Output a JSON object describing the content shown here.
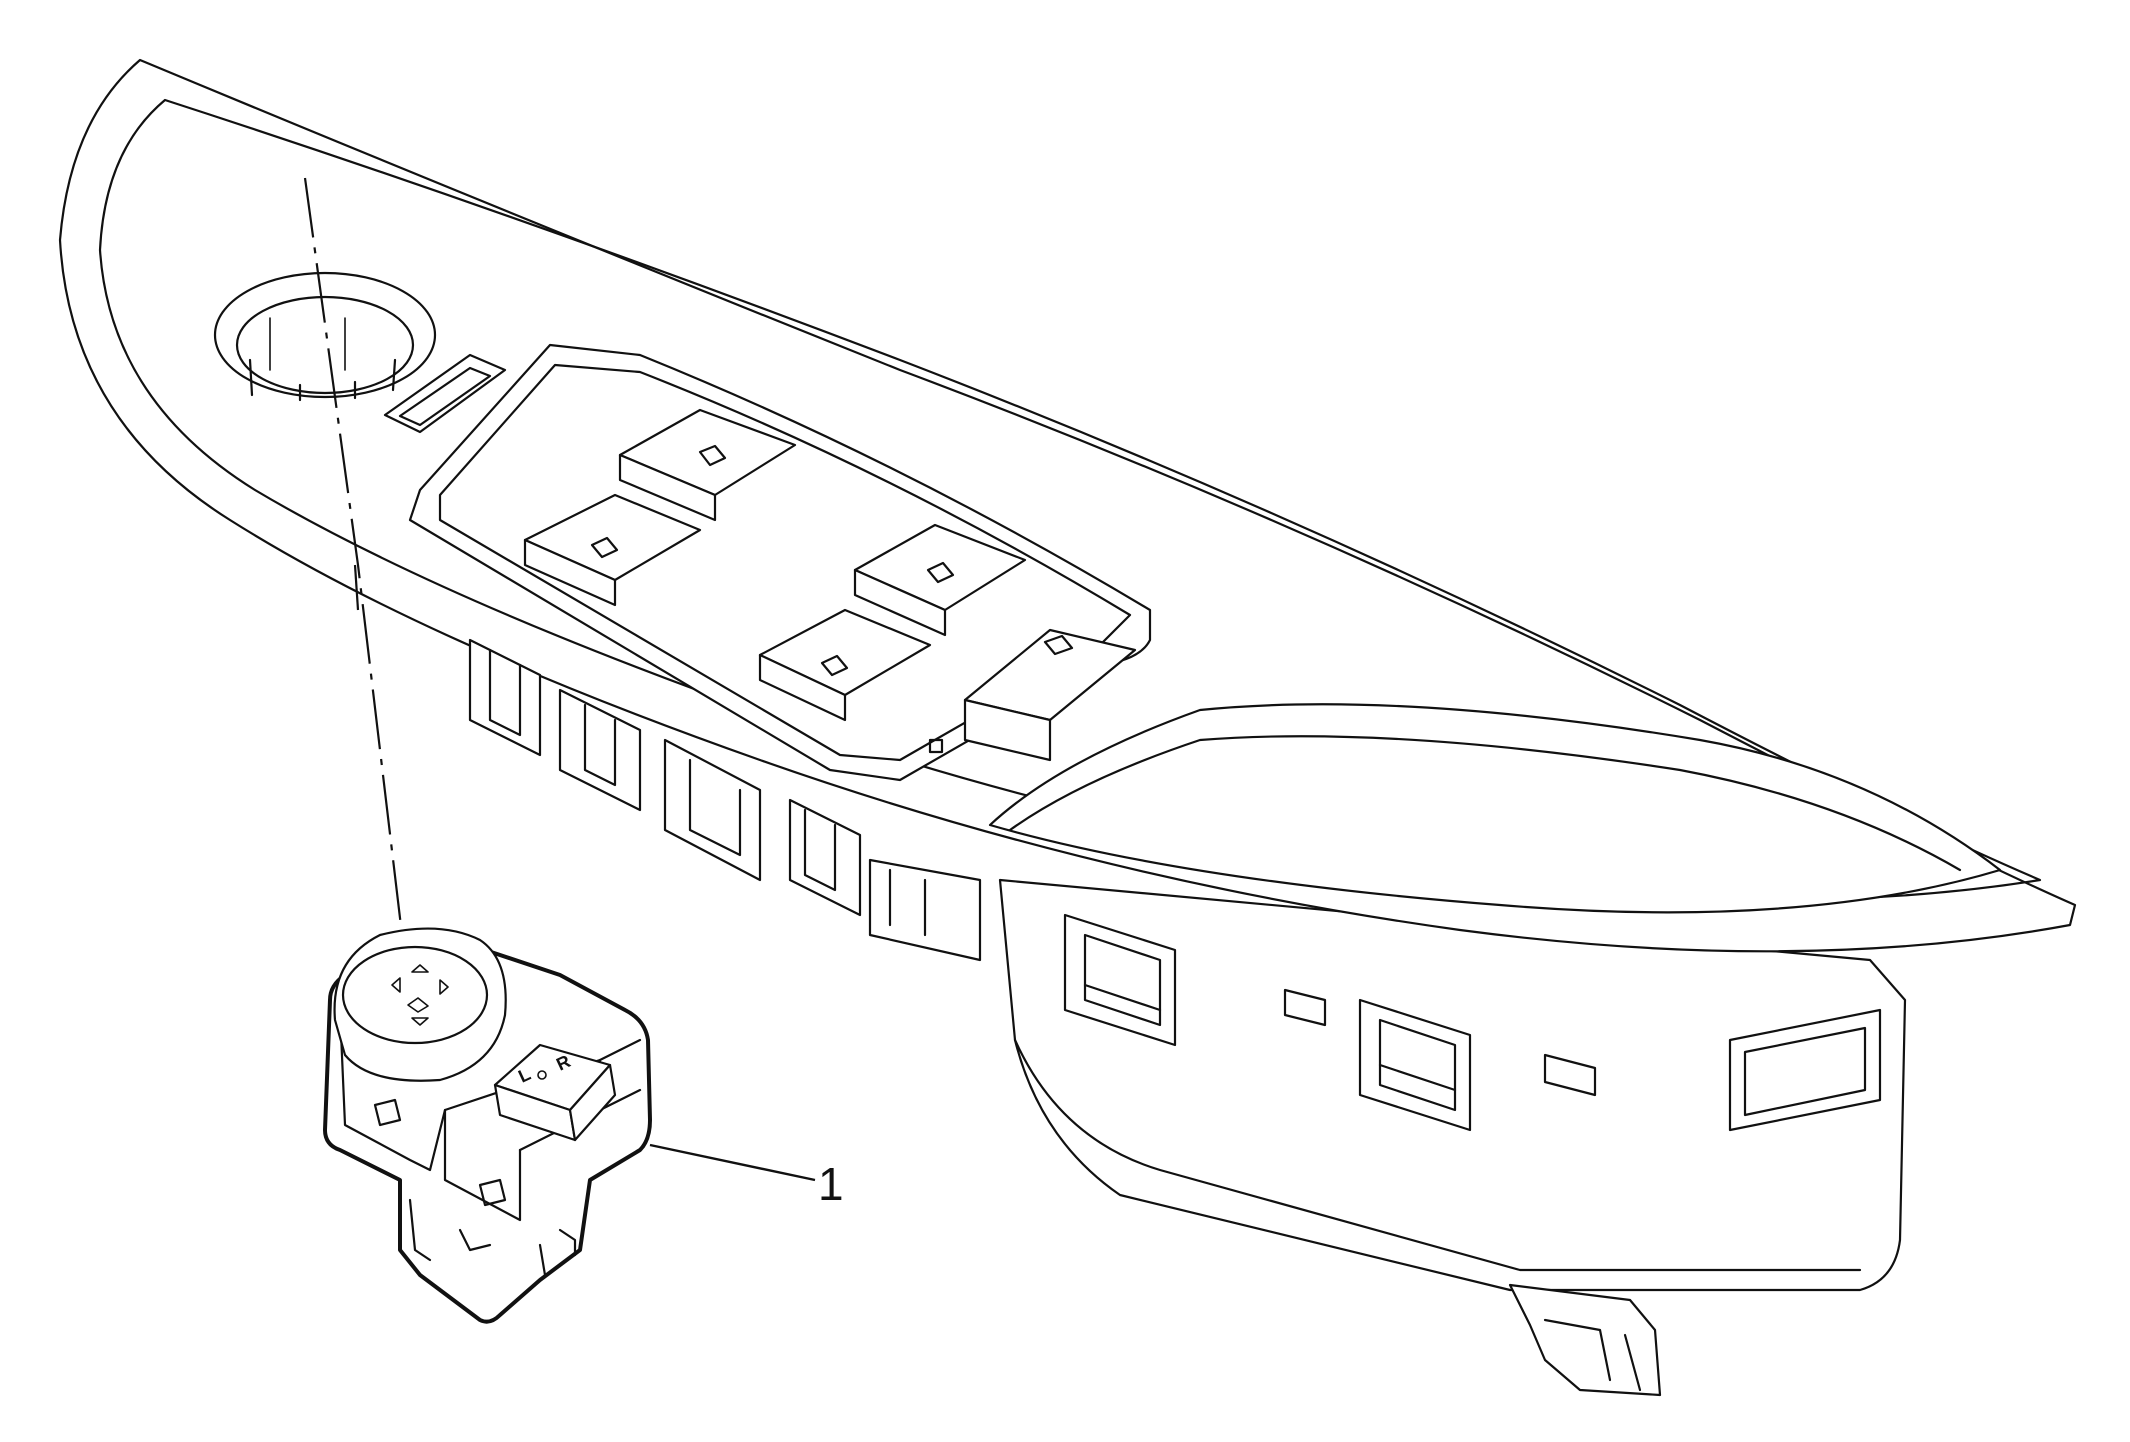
{
  "callouts": [
    {
      "label": "1"
    }
  ],
  "switch_markings": {
    "left": "L",
    "right": "R"
  },
  "colors": {
    "line": "#111111",
    "background": "#ffffff"
  }
}
